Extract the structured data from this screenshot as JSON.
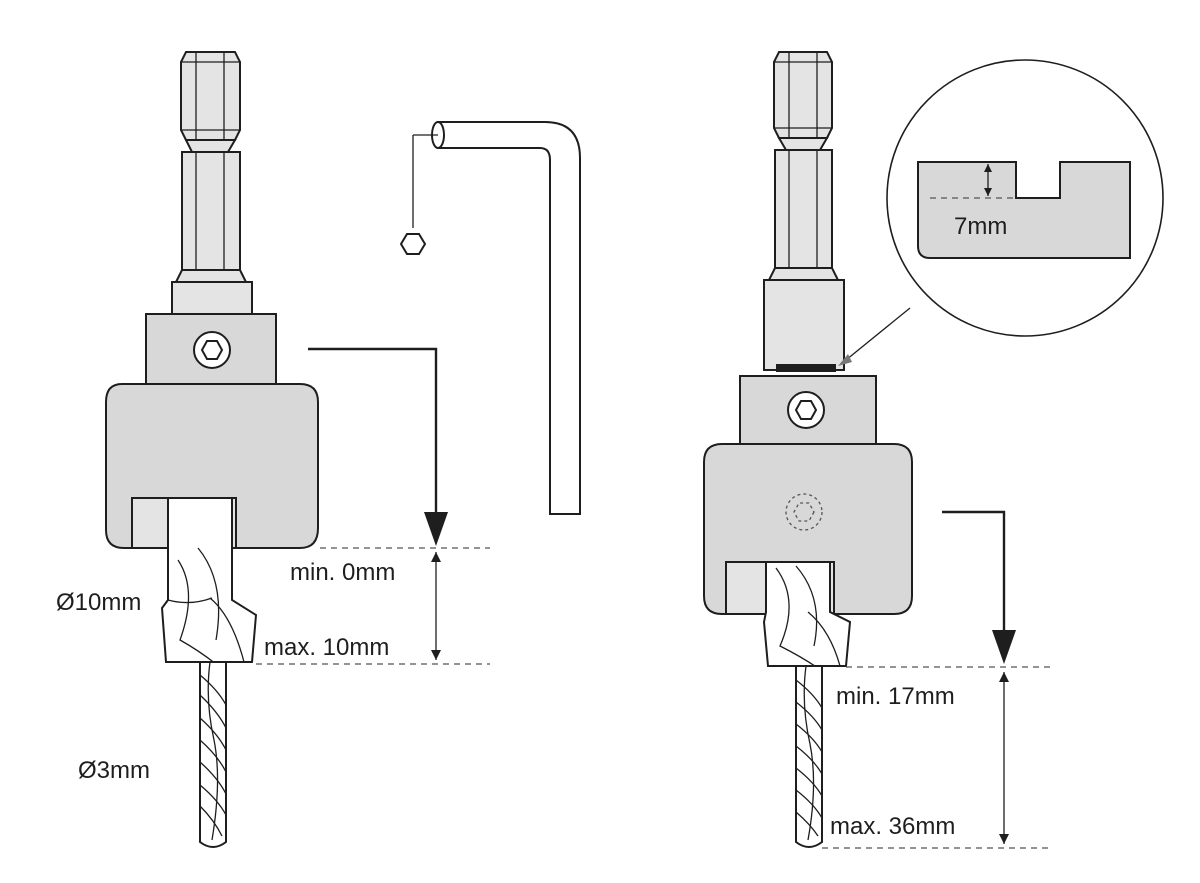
{
  "left_tool": {
    "cutter_diameter_label": "Ø10mm",
    "drill_diameter_label": "Ø3mm",
    "depth_min_label": "min. 0mm",
    "depth_max_label": "max. 10mm"
  },
  "right_tool": {
    "depth_min_label": "min. 17mm",
    "depth_max_label": "max. 36mm",
    "detail_label": "7mm"
  },
  "colors": {
    "line": "#1e1e1e",
    "body_fill": "#d8d8d8",
    "background": "#ffffff"
  },
  "icons": [
    "hex-shank-icon",
    "hex-set-screw-icon",
    "allen-key-icon",
    "arrow-down-icon"
  ]
}
